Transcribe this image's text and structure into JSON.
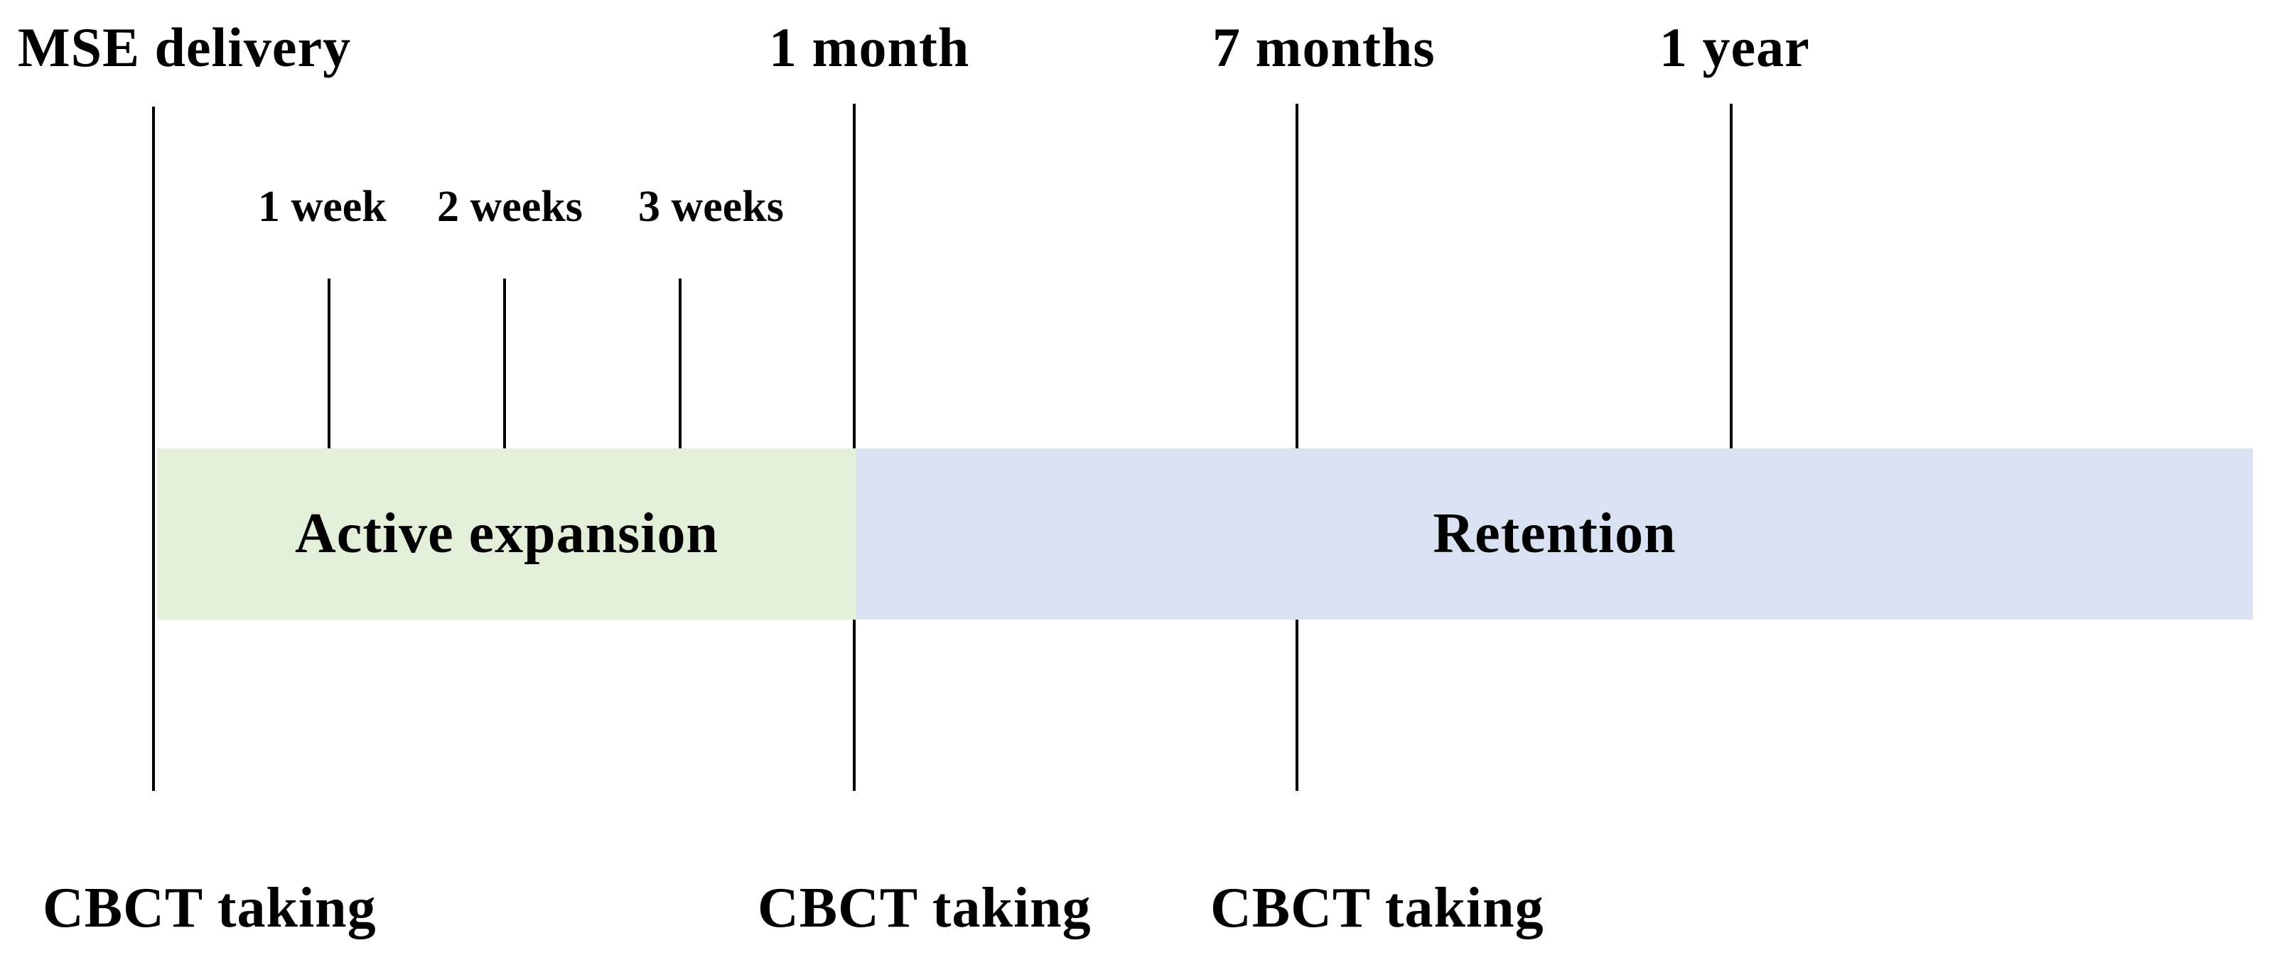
{
  "diagram": {
    "title_context": "MSE treatment timeline",
    "background_color": "#ffffff",
    "marker_line_color": "#000000",
    "text_color": "#000000",
    "top_milestones": [
      {
        "label": "MSE delivery"
      },
      {
        "label": "1 month"
      },
      {
        "label": "7 months"
      },
      {
        "label": "1 year"
      }
    ],
    "week_marks": [
      {
        "label": "1 week"
      },
      {
        "label": "2 weeks"
      },
      {
        "label": "3 weeks"
      }
    ],
    "phases": [
      {
        "label": "Active expansion",
        "color": "#e2efd9"
      },
      {
        "label": "Retention",
        "color": "#d9e2f3"
      }
    ],
    "cbct_events": [
      {
        "label": "CBCT taking"
      },
      {
        "label": "CBCT taking"
      },
      {
        "label": "CBCT taking"
      }
    ]
  }
}
